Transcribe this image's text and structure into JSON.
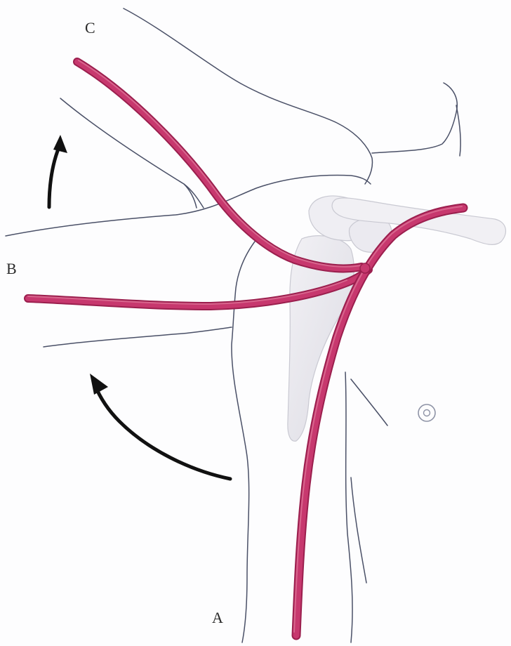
{
  "labels": {
    "a": "A",
    "b": "B",
    "c": "C"
  },
  "colors": {
    "vessel": "#c7386e",
    "outline": "#4a5067",
    "bone": "#e9e8ee",
    "arrow": "#111111"
  }
}
